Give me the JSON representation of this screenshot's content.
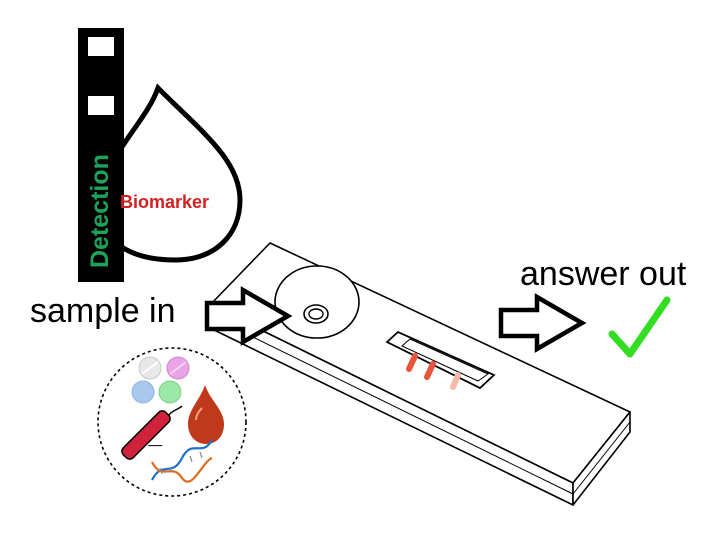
{
  "labels": {
    "detection": "Detection",
    "biomarker": "Biomarker",
    "sample_in": "sample in",
    "answer_out": "answer out"
  },
  "colors": {
    "detection_text": "#1aa55a",
    "biomarker_text": "#d42020",
    "check_mark": "#33dd22",
    "test_line": "#e8553a",
    "blood_drop": "#c0391b",
    "dynamite": "#d0223a",
    "pill_white": "#e8e8e8",
    "pill_pink": "#e9a3e6",
    "pill_blue": "#a9c8f0",
    "pill_green": "#9be8a8"
  },
  "icons": {
    "check": "check-mark-icon",
    "arrow_in": "arrow-right-icon",
    "arrow_out": "arrow-right-icon",
    "drop": "droplet-icon",
    "dna": "dna-helix-icon",
    "dynamite": "dynamite-icon",
    "pills": "pills-icon"
  }
}
